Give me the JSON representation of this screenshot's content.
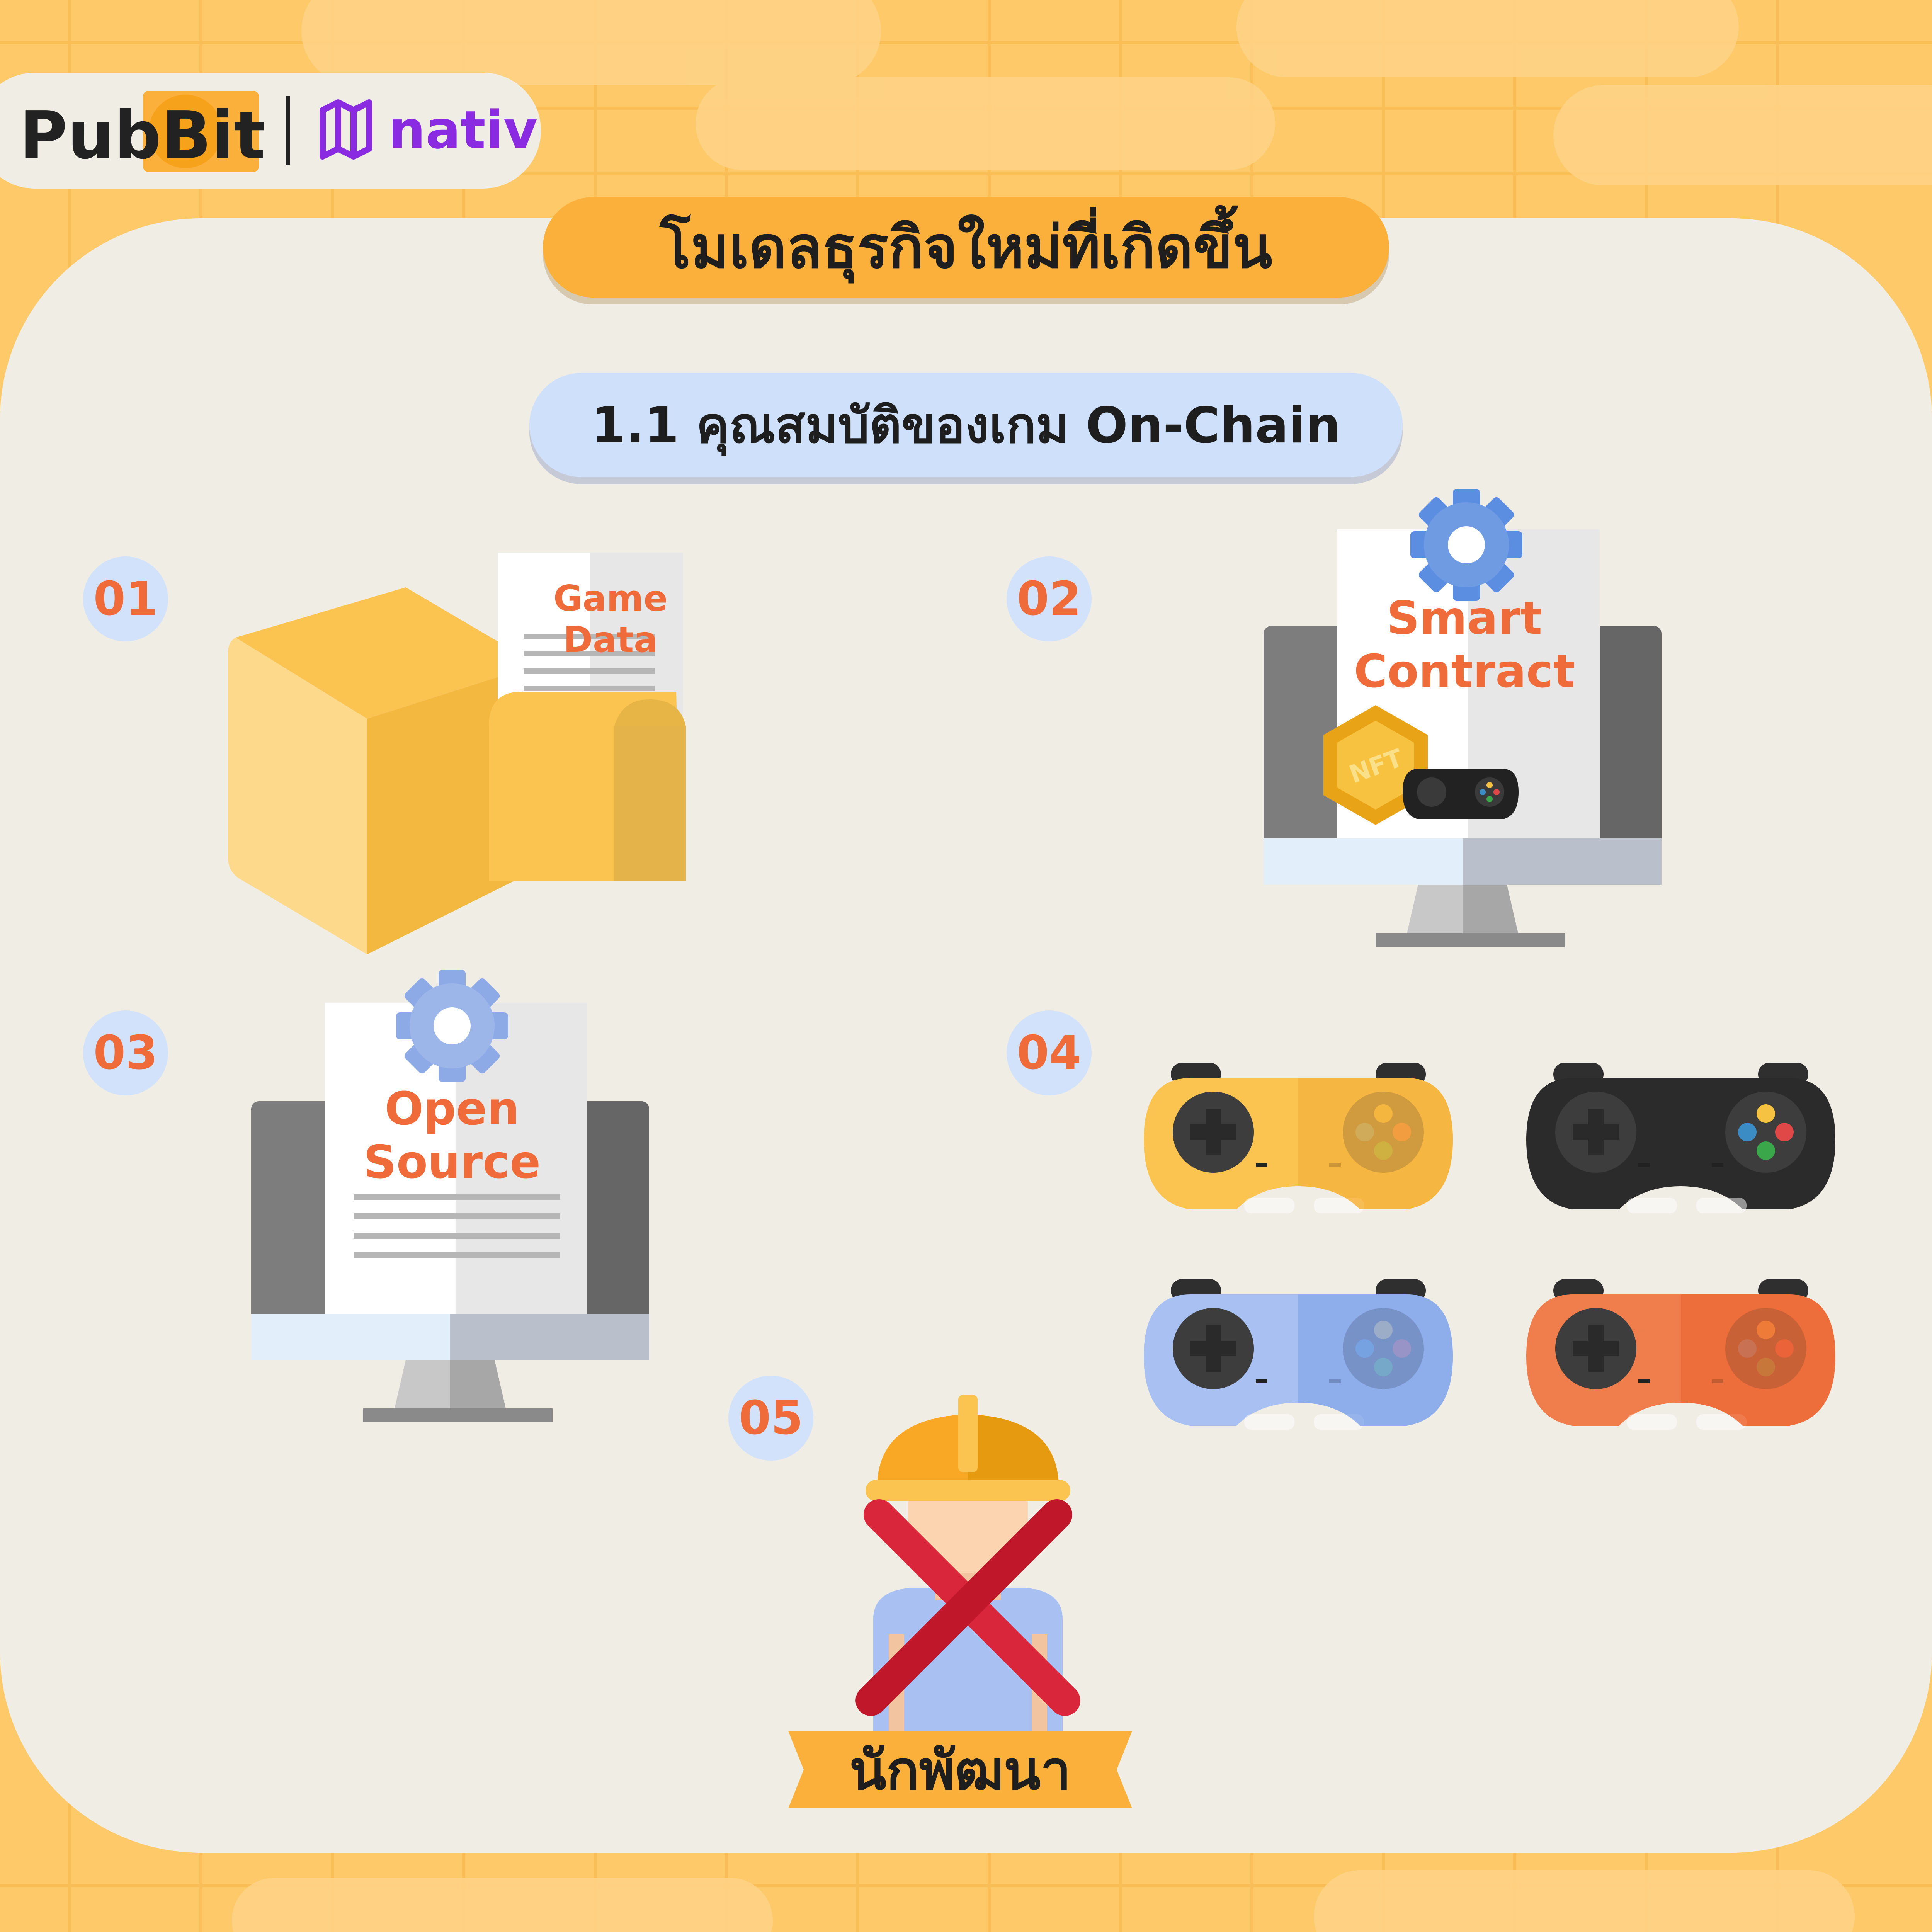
{
  "brand": {
    "pubbit_logo": "PubBit",
    "nativ_logo": "nativ"
  },
  "header": {
    "title": "โมเดลธุรกิจใหม่ที่เกิดขึ้น",
    "subtitle": "1.1 คุณสมบัติของเกม On-Chain"
  },
  "items": [
    {
      "number": "01",
      "label": "Game Data"
    },
    {
      "number": "02",
      "label_line1": "Smart",
      "label_line2": "Contract",
      "badge": "NFT"
    },
    {
      "number": "03",
      "label_line1": "Open",
      "label_line2": "Source"
    },
    {
      "number": "04"
    },
    {
      "number": "05",
      "label": "นักพัฒนา"
    }
  ],
  "colors": {
    "background": "#fdc969",
    "card": "#f0ede5",
    "accent_orange": "#ef6b3a",
    "title_pill": "#fbb03b",
    "subtitle_pill": "#cfe0fb",
    "nativ_purple": "#8a2be2"
  },
  "icons": [
    "folder-icon",
    "document-icon",
    "monitor-icon",
    "gear-icon",
    "nft-coin-icon",
    "gamepad-icon",
    "developer-icon",
    "cross-icon"
  ]
}
